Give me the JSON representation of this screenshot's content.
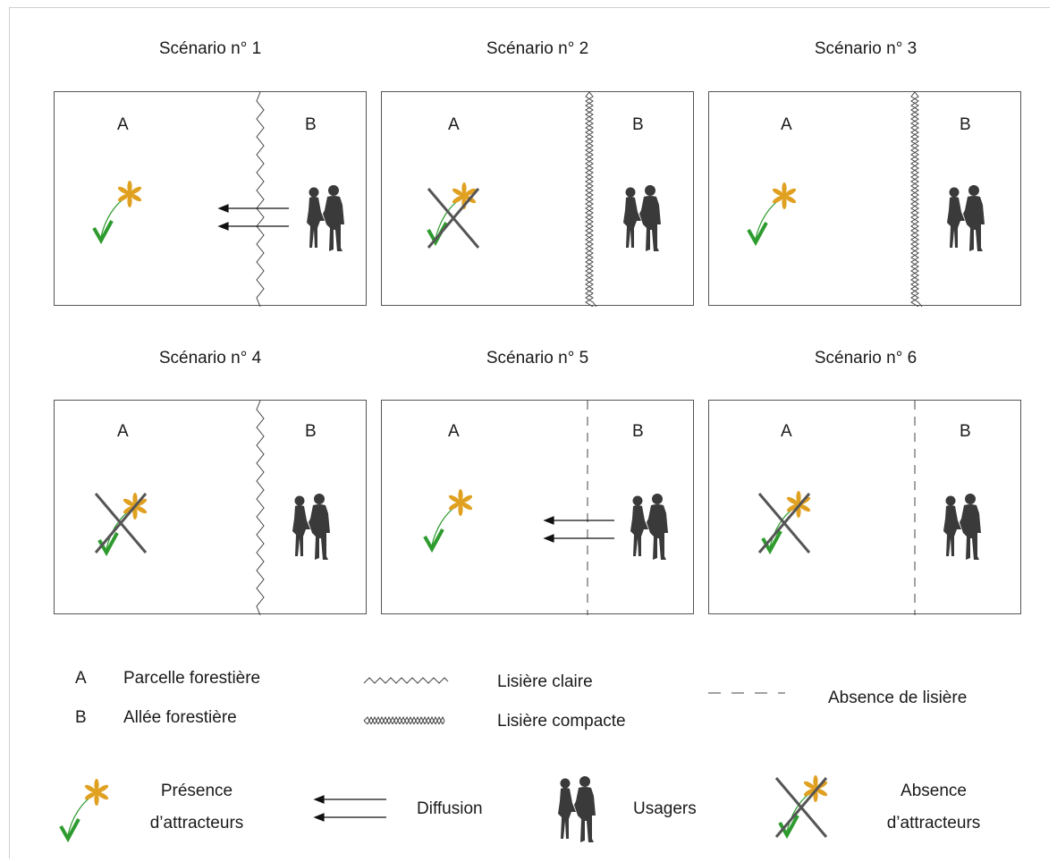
{
  "scenarios": [
    {
      "title": "Scénario n° 1",
      "label_a": "A",
      "label_b": "B"
    },
    {
      "title": "Scénario n° 2",
      "label_a": "A",
      "label_b": "B"
    },
    {
      "title": "Scénario n° 3",
      "label_a": "A",
      "label_b": "B"
    },
    {
      "title": "Scénario n° 4",
      "label_a": "A",
      "label_b": "B"
    },
    {
      "title": "Scénario n° 5",
      "label_a": "A",
      "label_b": "B"
    },
    {
      "title": "Scénario n° 6",
      "label_a": "A",
      "label_b": "B"
    }
  ],
  "legend": {
    "a_key": "A",
    "a_text": "Parcelle forestière",
    "b_key": "B",
    "b_text": "Allée forestière",
    "clear_edge": "Lisière claire",
    "compact_edge": "Lisière compacte",
    "no_edge": "Absence de lisière",
    "presence_line1": "Présence",
    "presence_line2": "d’attracteurs",
    "diffusion": "Diffusion",
    "users": "Usagers",
    "absence_line1": "Absence",
    "absence_line2": "d’attracteurs"
  },
  "colors": {
    "stem": "#2e9b2e",
    "flower": "#e0a020",
    "people": "#3a3a3a",
    "cross": "#555555"
  }
}
